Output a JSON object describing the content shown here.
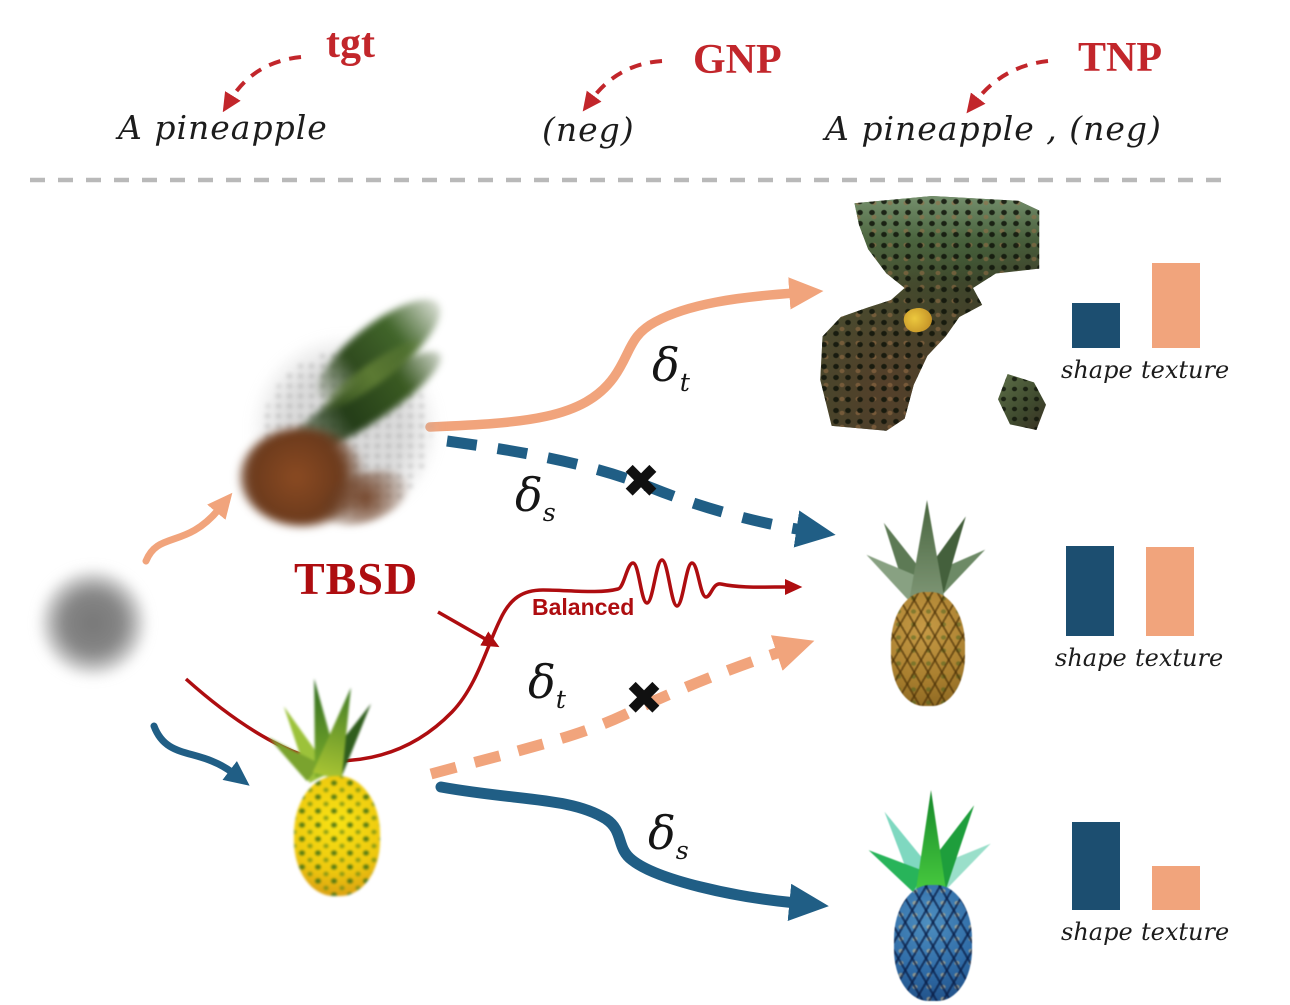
{
  "colors": {
    "blue": "#205e85",
    "bar_blue": "#1c4e70",
    "salmon": "#f1a47c",
    "red": "#c2262b",
    "dark_red": "#ae0d10",
    "divider": "#b9b9b9",
    "ink": "#1c1c1c"
  },
  "header": {
    "tgt": {
      "label": "tgt",
      "prompt": "A pineapple"
    },
    "gnp": {
      "label": "GNP",
      "prompt": "(neg)"
    },
    "tnp": {
      "label": "TNP",
      "prompt": "A pineapple , (neg)"
    }
  },
  "method": {
    "name": "TBSD",
    "balanced": "Balanced"
  },
  "deltas": {
    "top_texture": {
      "symbol": "δ",
      "sub": "t"
    },
    "top_shape": {
      "symbol": "δ",
      "sub": "s"
    },
    "bottom_texture": {
      "symbol": "δ",
      "sub": "t"
    },
    "bottom_shape": {
      "symbol": "δ",
      "sub": "s"
    }
  },
  "cross_symbol": "✖",
  "score_panels": [
    {
      "shape_label": "shape",
      "texture_label": "texture",
      "shape_value": 0.49,
      "texture_value": 0.92
    },
    {
      "shape_label": "shape",
      "texture_label": "texture",
      "shape_value": 0.98,
      "texture_value": 0.97
    },
    {
      "shape_label": "shape",
      "texture_label": "texture",
      "shape_value": 0.96,
      "texture_value": 0.48
    }
  ]
}
